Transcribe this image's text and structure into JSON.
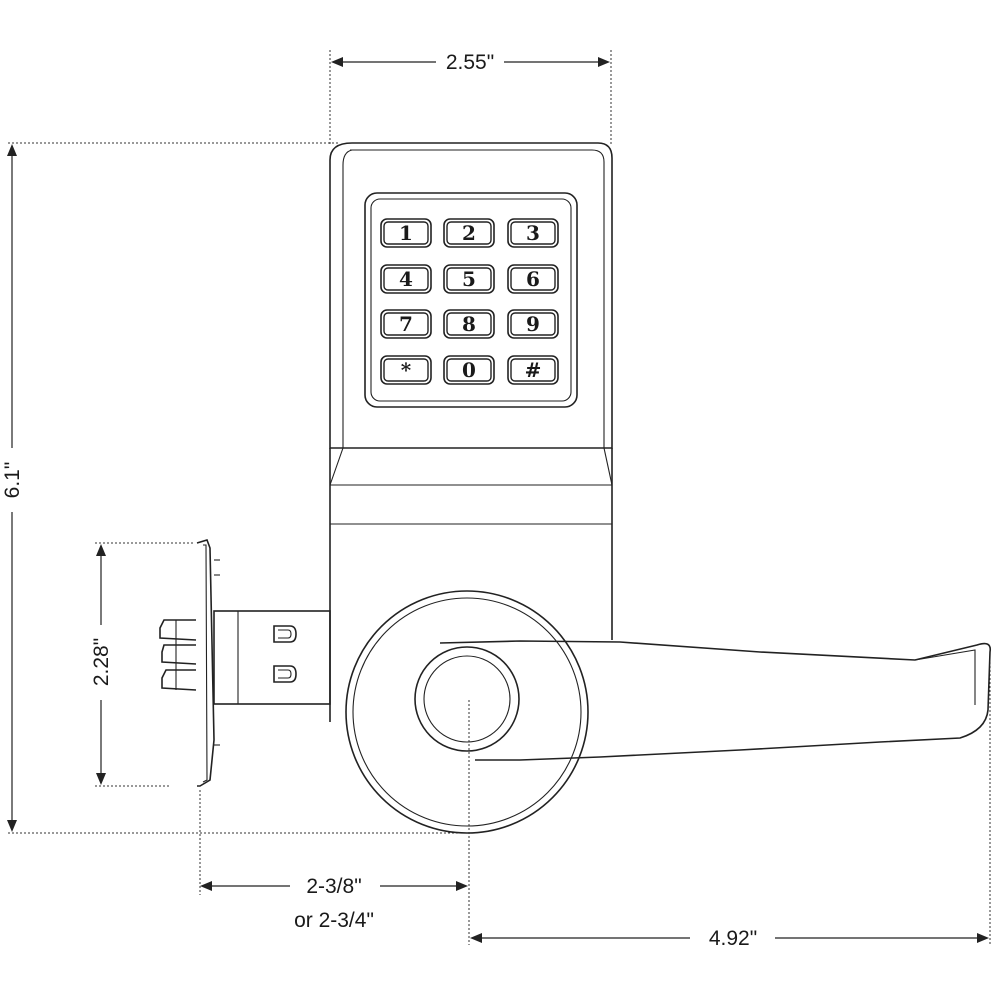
{
  "dimensions": {
    "width": "2.55\"",
    "height": "6.1\"",
    "spindle_height": "2.28\"",
    "backset_line1": "2-3/8\"",
    "backset_line2": "or 2-3/4\"",
    "lever_length": "4.92\""
  },
  "keypad": {
    "keys": [
      "1",
      "2",
      "3",
      "4",
      "5",
      "6",
      "7",
      "8",
      "9",
      "*",
      "0",
      "#"
    ]
  }
}
